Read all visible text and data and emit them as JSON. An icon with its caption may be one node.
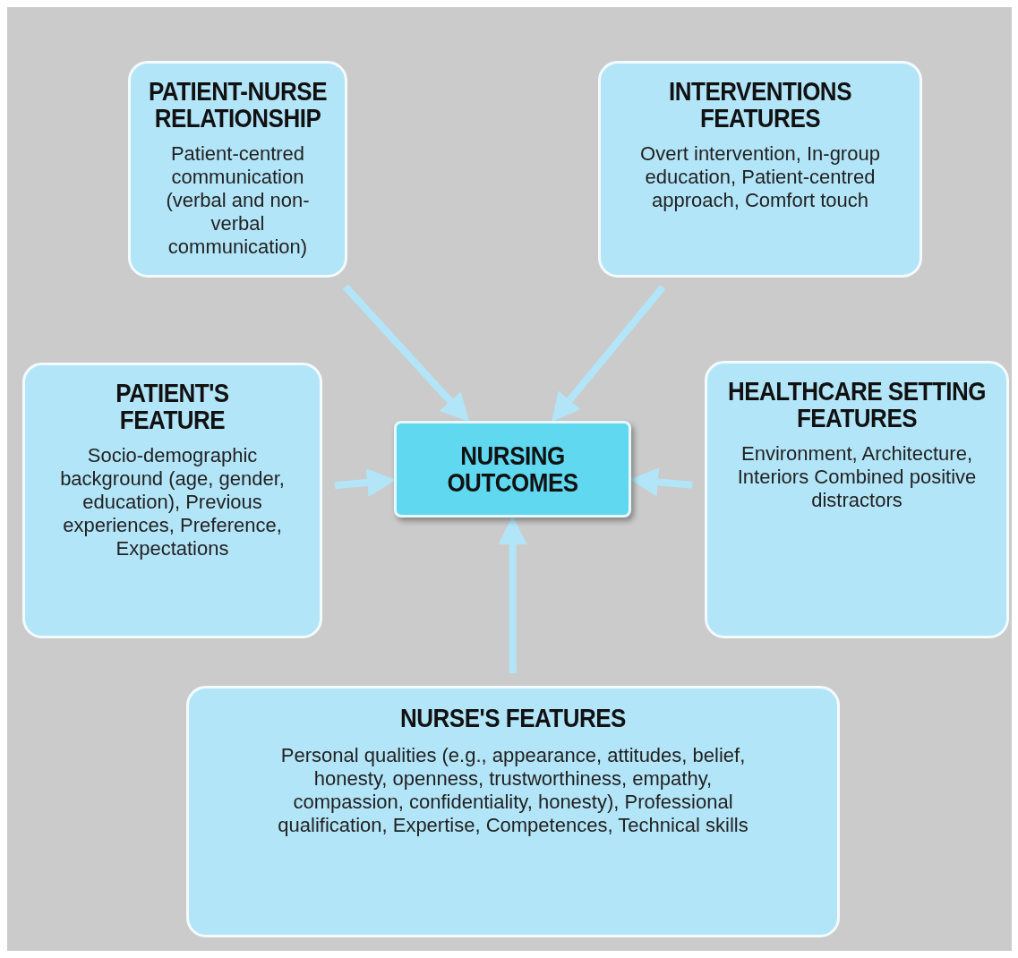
{
  "diagram": {
    "nodes": [
      {
        "text": [
          "PATIENT-NURSE RELATIONSHIP",
          "Patient-centred communication (verbal and non-verbal communication)"
        ]
      },
      {
        "text": [
          "INTERVENTIONS FEATURES",
          "Overt intervention, In-group education, Patient-centred approach, Comfort touch"
        ]
      },
      {
        "text": [
          "PATIENT'S FEATURE",
          "Socio-demographic background (age, gender, education), Previous experiences, Preference, Expectations"
        ]
      },
      {
        "text": [
          "NURSING OUTCOMES"
        ]
      },
      {
        "text": [
          "HEALTHCARE SETTING FEATURES",
          "Environment, Architecture, Interiors Combined positive distractors"
        ]
      },
      {
        "text": [
          "NURSE'S FEATURES",
          "Personal qualities (e.g., appearance, attitudes, belief, honesty, openness, trustworthiness, empathy, compassion, confidentiality, honesty), Professional qualification, Expertise, Competences, Technical skills"
        ]
      }
    ],
    "edges": [
      {
        "from": 0,
        "to": 3,
        "arrow": "to"
      },
      {
        "from": 1,
        "to": 3,
        "arrow": "to"
      },
      {
        "from": 2,
        "to": 3,
        "arrow": "to"
      },
      {
        "from": 4,
        "to": 3,
        "arrow": "to"
      },
      {
        "from": 5,
        "to": 3,
        "arrow": "to"
      }
    ]
  }
}
